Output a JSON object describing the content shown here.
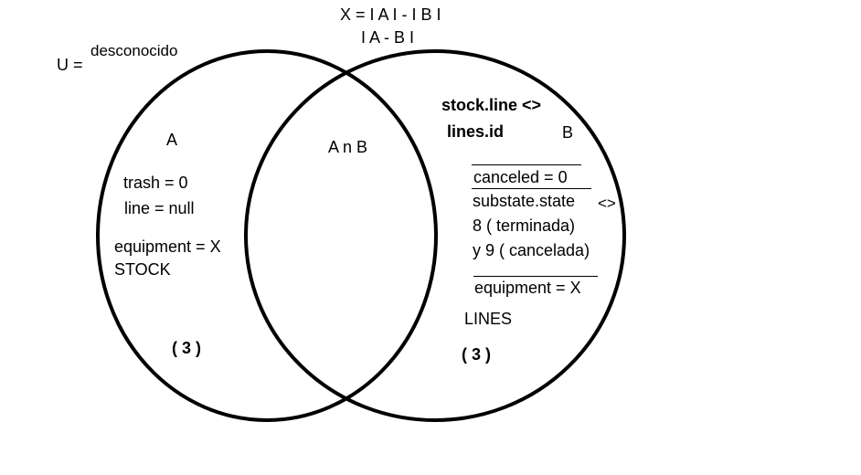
{
  "formula": {
    "line1": "X = I A I - I B I",
    "line2": "I A - B I"
  },
  "universe": {
    "prefix": "U =",
    "value": "desconocido"
  },
  "set_a": {
    "name": "A",
    "conditions": [
      "trash = 0",
      "line  = null",
      "equipment = X"
    ],
    "table": "STOCK",
    "count": "( 3 )"
  },
  "intersection": {
    "label": "A n B"
  },
  "set_b": {
    "join_line1": "stock.line <>",
    "join_line2": "lines.id",
    "name": "B",
    "canceled": "canceled = 0",
    "substate": "substate.state",
    "not_equal": "<>",
    "state_8": "8  ( terminada)",
    "state_9": "y 9  ( cancelada)",
    "equipment": "equipment = X",
    "table": "LINES",
    "count": "(  3  )"
  },
  "colors": {
    "stroke": "#000000",
    "background": "#ffffff"
  }
}
